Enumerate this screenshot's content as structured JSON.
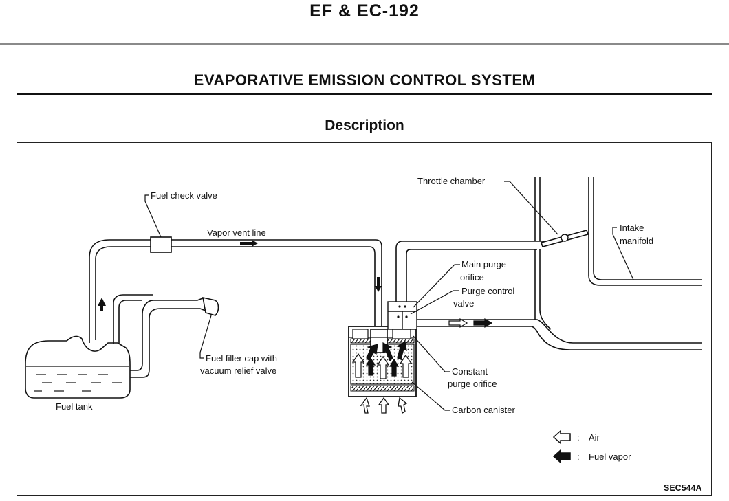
{
  "page_header": "EF & EC-192",
  "section_title": "EVAPORATIVE EMISSION CONTROL SYSTEM",
  "subsection_title": "Description",
  "diagram": {
    "labels": {
      "fuel_check_valve": "Fuel check valve",
      "vapor_vent_line": "Vapor vent line",
      "throttle_chamber": "Throttle chamber",
      "intake_manifold_1": "Intake",
      "intake_manifold_2": "manifold",
      "main_purge_orifice_1": "Main purge",
      "main_purge_orifice_2": "orifice",
      "purge_control_valve_1": "Purge control",
      "purge_control_valve_2": "valve",
      "fuel_filler_cap_1": "Fuel filler cap with",
      "fuel_filler_cap_2": "vacuum relief valve",
      "fuel_tank": "Fuel tank",
      "constant_purge_orifice_1": "Constant",
      "constant_purge_orifice_2": "purge orifice",
      "carbon_canister": "Carbon canister"
    },
    "legend": {
      "separator": ":",
      "air": "Air",
      "fuel_vapor": "Fuel vapor"
    },
    "figure_code": "SEC544A"
  }
}
